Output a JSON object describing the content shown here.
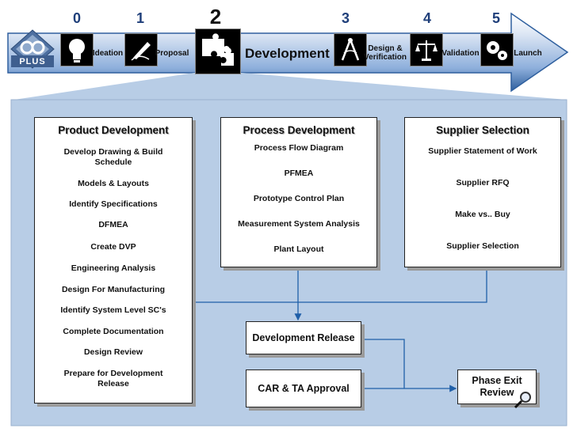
{
  "logo": {
    "text": "PLUS"
  },
  "phases": [
    {
      "number": "0",
      "label": "Ideation",
      "icon": "lightbulb-icon"
    },
    {
      "number": "1",
      "label": "Proposal",
      "icon": "pen-icon"
    },
    {
      "number": "2",
      "label": "Development",
      "icon": "puzzle-icon"
    },
    {
      "number": "3",
      "label_line1": "Design &",
      "label_line2": "Verification",
      "icon": "compass-icon"
    },
    {
      "number": "4",
      "label": "Validation",
      "icon": "scale-icon"
    },
    {
      "number": "5",
      "label": "Launch",
      "icon": "gears-icon"
    }
  ],
  "product_development": {
    "title": "Product Development",
    "items": [
      {
        "line1": "Develop Drawing & Build",
        "line2": "Schedule"
      },
      {
        "line1": "Models & Layouts"
      },
      {
        "line1": "Identify Specifications"
      },
      {
        "line1": "DFMEA"
      },
      {
        "line1": "Create DVP"
      },
      {
        "line1": "Engineering Analysis"
      },
      {
        "line1": "Design For Manufacturing"
      },
      {
        "line1": "Identify System Level SC's"
      },
      {
        "line1": "Complete Documentation"
      },
      {
        "line1": "Design Review"
      },
      {
        "line1": "Prepare for Development",
        "line2": "Release"
      }
    ]
  },
  "process_development": {
    "title": "Process Development",
    "items": [
      "Process Flow Diagram",
      "PFMEA",
      "Prototype Control Plan",
      "Measurement System Analysis",
      "Plant Layout"
    ]
  },
  "supplier_selection": {
    "title": "Supplier Selection",
    "items": [
      "Supplier Statement of Work",
      "Supplier RFQ",
      "Make vs.. Buy",
      "Supplier Selection"
    ]
  },
  "development_release": "Development Release",
  "car_ta_approval": "CAR & TA Approval",
  "phase_exit_review": {
    "line1": "Phase Exit",
    "line2": "Review"
  },
  "colors": {
    "panel": "#b8cde6",
    "arrow": "#2e5f9e",
    "line": "#1f5fa8"
  }
}
